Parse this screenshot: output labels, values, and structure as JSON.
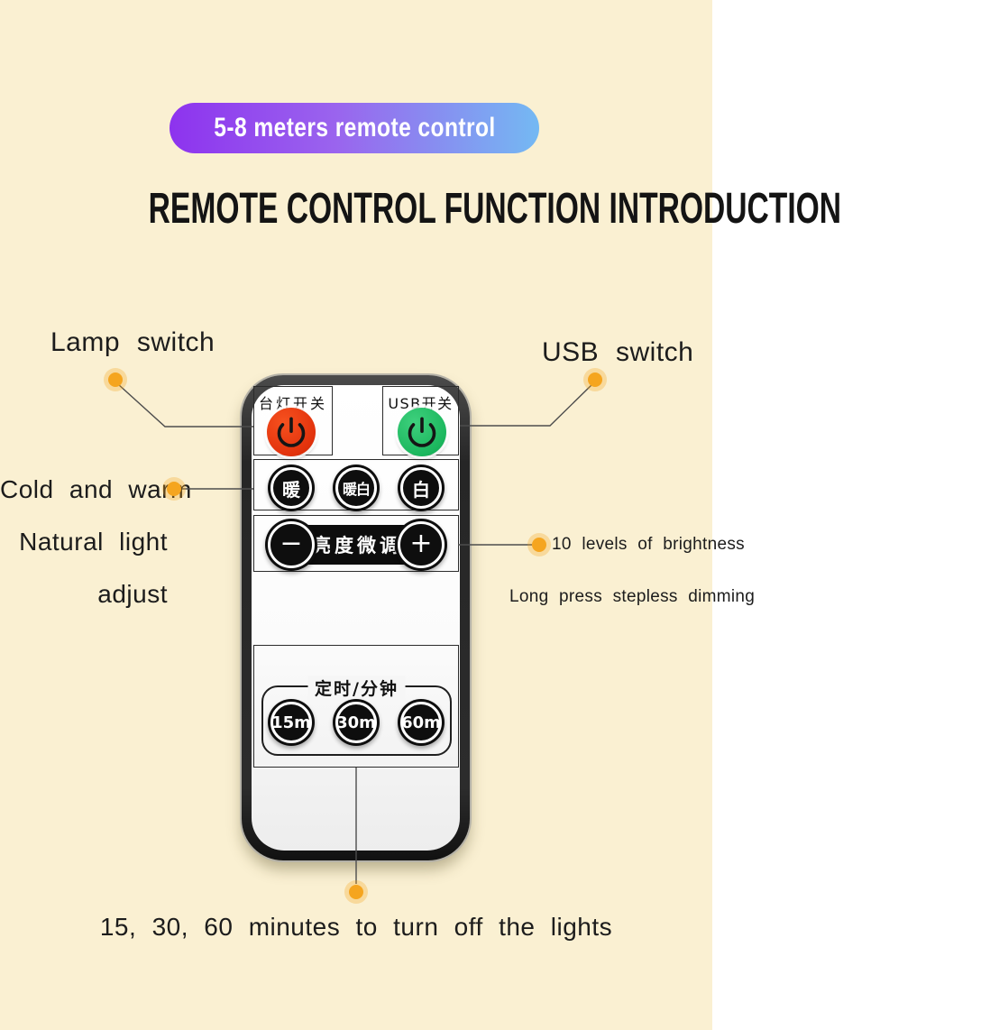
{
  "badge": {
    "label": "5-8 meters remote control"
  },
  "title": "REMOTE CONTROL FUNCTION INTRODUCTION",
  "callouts": {
    "lamp_switch": "Lamp switch",
    "usb_switch": "USB switch",
    "cold_and_warm": "Cold and warm",
    "natural_light": "Natural light",
    "adjust": "adjust",
    "brightness_levels": "10 levels of brightness",
    "stepless_dimming": "Long press stepless dimming",
    "timer_note": "15, 30, 60 minutes to turn off the lights"
  },
  "remote": {
    "lamp_section_label": "台灯开关",
    "usb_section_label": "USB开关",
    "color_buttons": [
      {
        "label": "暖"
      },
      {
        "label": "暖白"
      },
      {
        "label": "白"
      }
    ],
    "brightness": {
      "minus_label": "−",
      "label": "亮度微调",
      "plus_label": "+"
    },
    "timer": {
      "title": "定时/分钟",
      "buttons": [
        {
          "label": "15m"
        },
        {
          "label": "30m"
        },
        {
          "label": "60m"
        }
      ]
    }
  },
  "colors": {
    "background": "#faf0d2",
    "badge_gradient_start": "#8d33ee",
    "badge_gradient_end": "#74b9f3",
    "lamp_power_button": "#e2320c",
    "usb_power_button": "#1cb75e",
    "callout_dot": "#f5a51f",
    "button_black": "#0e0e0e"
  }
}
